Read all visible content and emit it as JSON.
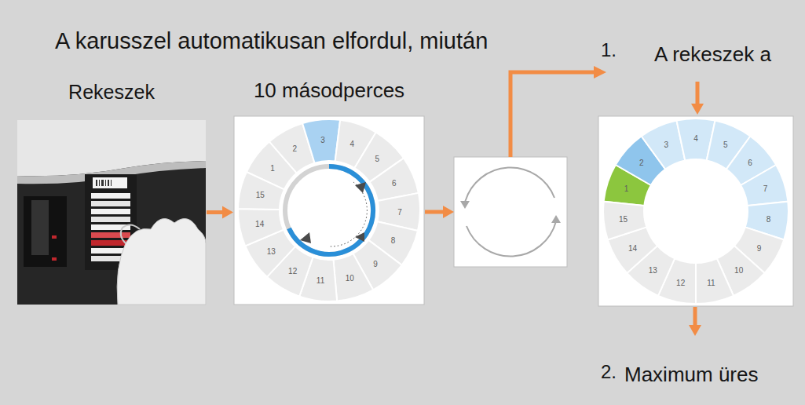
{
  "diagram": {
    "title": "A karusszel automatikusan elfordul, miután",
    "nodes": [
      {
        "text": [
          "Rekeszek"
        ]
      },
      {
        "text": [
          "10 másodperces",
          "1",
          "2",
          "3",
          "4",
          "5",
          "6",
          "7",
          "8",
          "9",
          "10",
          "11",
          "12",
          "13",
          "14",
          "15"
        ]
      },
      {
        "text": [
          "1",
          "2",
          "3",
          "4",
          "5",
          "6",
          "7",
          "8",
          "9",
          "10",
          "11",
          "12",
          "13",
          "14",
          "15"
        ]
      }
    ],
    "edges": [
      {
        "from": 0,
        "to": 1,
        "arrow": "to"
      }
    ],
    "labels": [
      "1.",
      "A rekeszek a",
      "2.",
      "Maximum üres"
    ]
  }
}
